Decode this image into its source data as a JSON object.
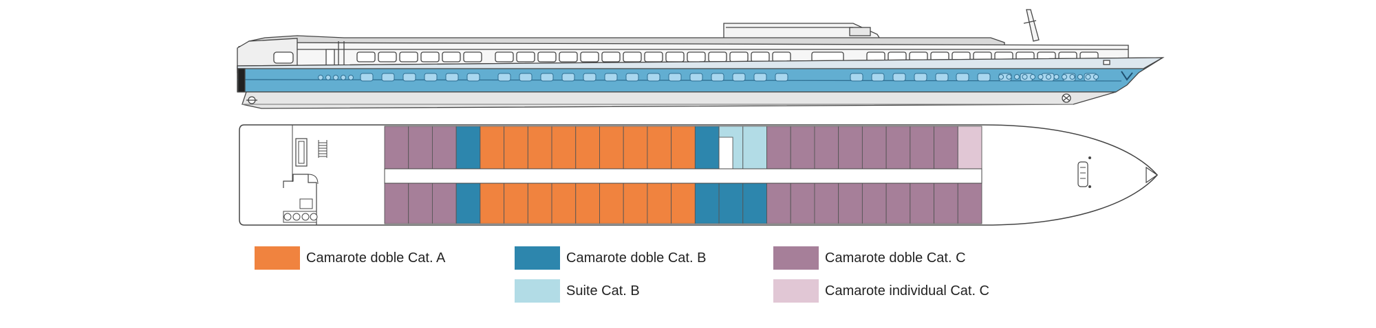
{
  "colors": {
    "cat_a": "#f0833f",
    "cat_b": "#2d86ad",
    "suite_b": "#b2dce6",
    "cat_c": "#a67f99",
    "individual_c": "#e1c7d5",
    "hull_blue": "#62aed1",
    "outline": "#444444",
    "porthole": "#a9d7ef"
  },
  "legend": {
    "cat_a": "Camarote doble Cat. A",
    "cat_b": "Camarote doble Cat. B",
    "cat_c": "Camarote doble Cat. C",
    "suite_b": "Suite Cat. B",
    "individual_c": "Camarote individual Cat. C"
  },
  "deck_plan": {
    "top_row": [
      "C",
      "C",
      "C",
      "B",
      "A",
      "A",
      "A",
      "A",
      "A",
      "A",
      "A",
      "A",
      "A",
      "B",
      "S",
      "S",
      "C",
      "C",
      "C",
      "C",
      "C",
      "C",
      "C",
      "C",
      "I"
    ],
    "bottom_row": [
      "C",
      "C",
      "C",
      "B",
      "A",
      "A",
      "A",
      "A",
      "A",
      "A",
      "A",
      "A",
      "A",
      "B",
      "B",
      "B",
      "C",
      "C",
      "C",
      "C",
      "C",
      "C",
      "C",
      "C",
      "C"
    ]
  }
}
